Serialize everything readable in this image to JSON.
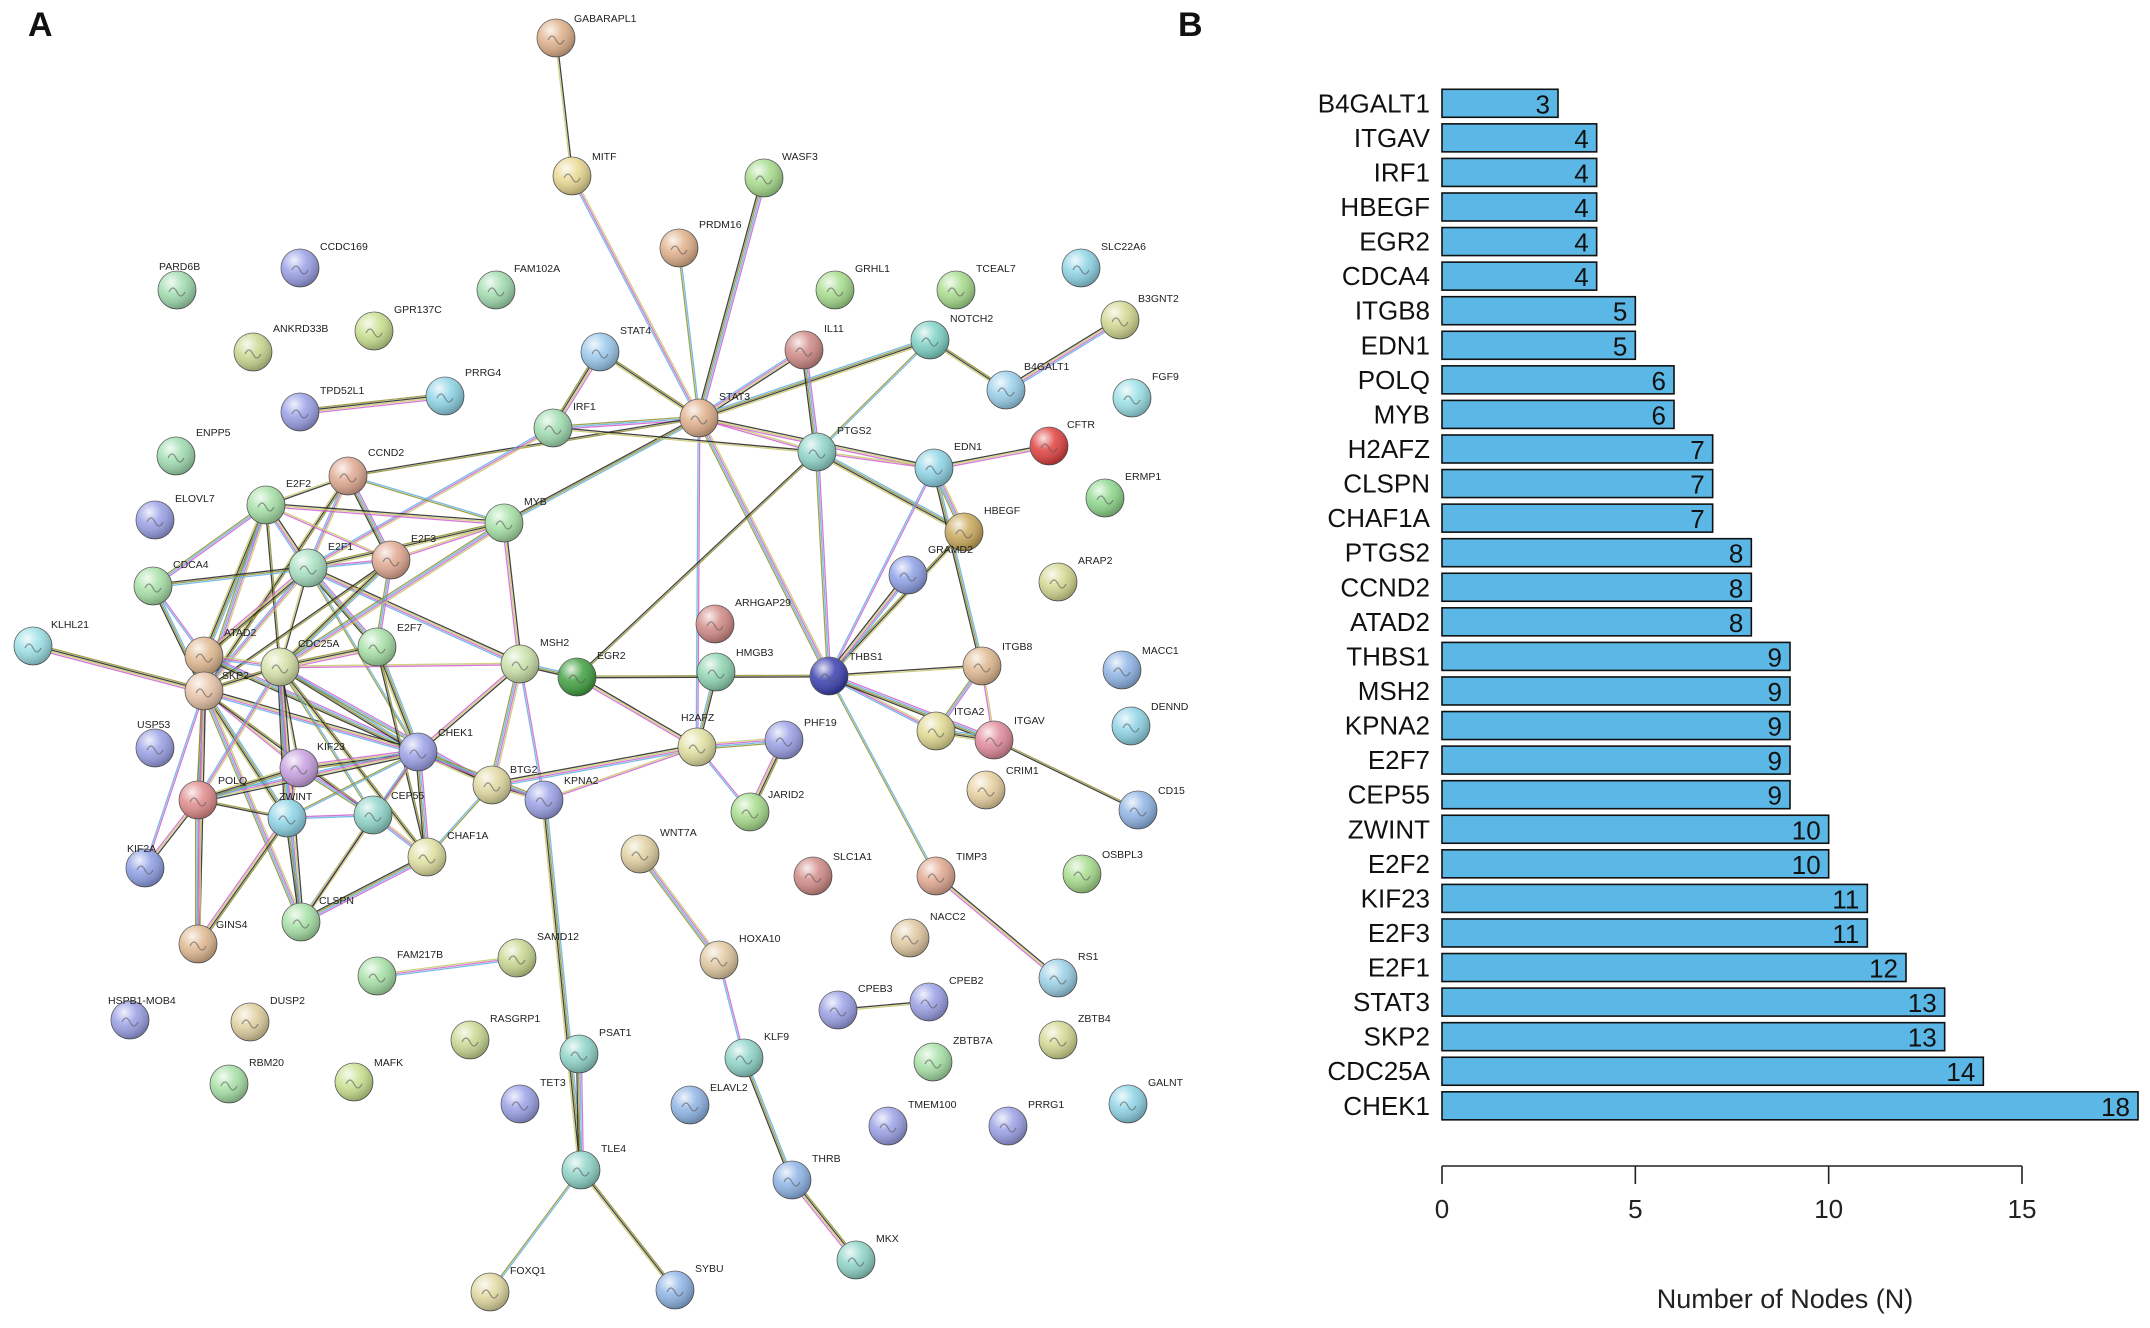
{
  "panels": {
    "a_label": "A",
    "b_label": "B"
  },
  "network": {
    "nodes": [
      {
        "id": "GABARAPL1",
        "c": "#e0b08a"
      },
      {
        "id": "MITF",
        "c": "#e8d890"
      },
      {
        "id": "WASF3",
        "c": "#a6dc8c"
      },
      {
        "id": "PRDM16",
        "c": "#e0b08a"
      },
      {
        "id": "GRHL1",
        "c": "#a6dc8c"
      },
      {
        "id": "TCEAL7",
        "c": "#a6dc8c"
      },
      {
        "id": "SLC22A6",
        "c": "#8ed4e6"
      },
      {
        "id": "B3GNT2",
        "c": "#d4d890"
      },
      {
        "id": "PARD6B",
        "c": "#a0dcb0"
      },
      {
        "id": "CCDC169",
        "c": "#9aa0e6"
      },
      {
        "id": "FAM102A",
        "c": "#a0dcb0"
      },
      {
        "id": "GPR137C",
        "c": "#c8e08e"
      },
      {
        "id": "ANKRD33B",
        "c": "#c8d890"
      },
      {
        "id": "STAT4",
        "c": "#9ac8ec"
      },
      {
        "id": "IL11",
        "c": "#d08a86"
      },
      {
        "id": "NOTCH2",
        "c": "#7ed2c6"
      },
      {
        "id": "B4GALT1",
        "c": "#9ad0ec"
      },
      {
        "id": "FGF9",
        "c": "#9ae0e6"
      },
      {
        "id": "TPD52L1",
        "c": "#9aa0e6"
      },
      {
        "id": "PRRG4",
        "c": "#8ed4e6"
      },
      {
        "id": "IRF1",
        "c": "#a0dcb0"
      },
      {
        "id": "STAT3",
        "c": "#e0b08a"
      },
      {
        "id": "PTGS2",
        "c": "#8ed4c8"
      },
      {
        "id": "EDN1",
        "c": "#8ed4e6"
      },
      {
        "id": "CFTR",
        "c": "#e04040"
      },
      {
        "id": "ENPP5",
        "c": "#a0dcb0"
      },
      {
        "id": "CCND2",
        "c": "#e0a890"
      },
      {
        "id": "ERMP1",
        "c": "#8ed88c"
      },
      {
        "id": "E2F2",
        "c": "#a6e0a6"
      },
      {
        "id": "ELOVL7",
        "c": "#9aa0e6"
      },
      {
        "id": "MYB",
        "c": "#a6e0a6"
      },
      {
        "id": "HBEGF",
        "c": "#c8a85a"
      },
      {
        "id": "GRAMD2",
        "c": "#8ea0e6"
      },
      {
        "id": "ARAP2",
        "c": "#d4d890"
      },
      {
        "id": "CDCA4",
        "c": "#a6e0a6"
      },
      {
        "id": "E2F1",
        "c": "#a6e0c0"
      },
      {
        "id": "E2F3",
        "c": "#e0a890"
      },
      {
        "id": "ARHGAP29",
        "c": "#d08a86"
      },
      {
        "id": "KLHL21",
        "c": "#9ae0e6"
      },
      {
        "id": "ATAD2",
        "c": "#e0b890"
      },
      {
        "id": "CDC25A",
        "c": "#d4e0a6"
      },
      {
        "id": "E2F7",
        "c": "#a6e0a6"
      },
      {
        "id": "SKP2",
        "c": "#e8c4a8"
      },
      {
        "id": "MSH2",
        "c": "#c8e0a6"
      },
      {
        "id": "EGR2",
        "c": "#40a040"
      },
      {
        "id": "HMGB3",
        "c": "#8ed4b0"
      },
      {
        "id": "THBS1",
        "c": "#3a40b0"
      },
      {
        "id": "ITGB8",
        "c": "#e0b890"
      },
      {
        "id": "MACC1",
        "c": "#8eb4e6"
      },
      {
        "id": "USP53",
        "c": "#9aa0e6"
      },
      {
        "id": "CHEK1",
        "c": "#9aa0e6"
      },
      {
        "id": "H2AFZ",
        "c": "#e0e0a0"
      },
      {
        "id": "PHF19",
        "c": "#9aa0e6"
      },
      {
        "id": "ITGA2",
        "c": "#e0d890"
      },
      {
        "id": "ITGAV",
        "c": "#e08a9a"
      },
      {
        "id": "DENND",
        "c": "#8ed4e6"
      },
      {
        "id": "KIF23",
        "c": "#c8a0e0"
      },
      {
        "id": "BTG2",
        "c": "#e0d8a0"
      },
      {
        "id": "POLQ",
        "c": "#e08a8a"
      },
      {
        "id": "ZWINT",
        "c": "#8ed4e6"
      },
      {
        "id": "CEP55",
        "c": "#8ed4c8"
      },
      {
        "id": "KPNA2",
        "c": "#9aa0e6"
      },
      {
        "id": "JARID2",
        "c": "#a6dc8c"
      },
      {
        "id": "CRIM1",
        "c": "#e8d0a0"
      },
      {
        "id": "CD15",
        "c": "#8eb4e6"
      },
      {
        "id": "CHAF1A",
        "c": "#e0e0a0"
      },
      {
        "id": "KIF2A",
        "c": "#8ea0e6"
      },
      {
        "id": "WNT7A",
        "c": "#e0d0a0"
      },
      {
        "id": "SLC1A1",
        "c": "#d08a86"
      },
      {
        "id": "TIMP3",
        "c": "#e0a890"
      },
      {
        "id": "OSBPL3",
        "c": "#a6dc8c"
      },
      {
        "id": "CLSPN",
        "c": "#a6e0a6"
      },
      {
        "id": "GINS4",
        "c": "#e0b890"
      },
      {
        "id": "FAM217B",
        "c": "#a6e0a6"
      },
      {
        "id": "SAMD12",
        "c": "#c8d890"
      },
      {
        "id": "HOXA10",
        "c": "#e0c8a0"
      },
      {
        "id": "NACC2",
        "c": "#e0c8a0"
      },
      {
        "id": "RS1",
        "c": "#9ad0e6"
      },
      {
        "id": "HSPB1-MOB4",
        "c": "#9aa0e6"
      },
      {
        "id": "DUSP2",
        "c": "#e0d0a0"
      },
      {
        "id": "CPEB3",
        "c": "#9aa0e6"
      },
      {
        "id": "CPEB2",
        "c": "#9aa0e6"
      },
      {
        "id": "RASGRP1",
        "c": "#c8d890"
      },
      {
        "id": "PSAT1",
        "c": "#8ed4c8"
      },
      {
        "id": "ZBTB7A",
        "c": "#a6e0a6"
      },
      {
        "id": "ZBTB4",
        "c": "#d4d890"
      },
      {
        "id": "RBM20",
        "c": "#a6e0a6"
      },
      {
        "id": "MAFK",
        "c": "#c8e08e"
      },
      {
        "id": "KLF9",
        "c": "#8ed4c8"
      },
      {
        "id": "TET3",
        "c": "#9aa0e6"
      },
      {
        "id": "ELAVL2",
        "c": "#8eb4e6"
      },
      {
        "id": "TMEM100",
        "c": "#9aa0e6"
      },
      {
        "id": "PRRG1",
        "c": "#9aa0e6"
      },
      {
        "id": "GALNT",
        "c": "#8ed4e6"
      },
      {
        "id": "TLE4",
        "c": "#8ed4c8"
      },
      {
        "id": "THRB",
        "c": "#8eb4e6"
      },
      {
        "id": "MKX",
        "c": "#8ed4c8"
      },
      {
        "id": "FOXQ1",
        "c": "#e0d8a0"
      },
      {
        "id": "SYBU",
        "c": "#8eb4e6"
      }
    ],
    "edges": [
      [
        "GABARAPL1",
        "MITF"
      ],
      [
        "MITF",
        "STAT3"
      ],
      [
        "WASF3",
        "STAT3"
      ],
      [
        "PRDM16",
        "STAT3"
      ],
      [
        "STAT4",
        "STAT3"
      ],
      [
        "IL11",
        "STAT3"
      ],
      [
        "STAT3",
        "PTGS2"
      ],
      [
        "STAT3",
        "IRF1"
      ],
      [
        "STAT3",
        "NOTCH2"
      ],
      [
        "STAT3",
        "CCND2"
      ],
      [
        "STAT3",
        "EDN1"
      ],
      [
        "STAT3",
        "THBS1"
      ],
      [
        "STAT3",
        "H2AFZ"
      ],
      [
        "STAT3",
        "MYB"
      ],
      [
        "IRF1",
        "STAT4"
      ],
      [
        "IRF1",
        "PTGS2"
      ],
      [
        "IRF1",
        "E2F1"
      ],
      [
        "IL11",
        "PTGS2"
      ],
      [
        "NOTCH2",
        "PTGS2"
      ],
      [
        "NOTCH2",
        "B4GALT1"
      ],
      [
        "B4GALT1",
        "B3GNT2"
      ],
      [
        "PTGS2",
        "EDN1"
      ],
      [
        "PTGS2",
        "THBS1"
      ],
      [
        "PTGS2",
        "HBEGF"
      ],
      [
        "PTGS2",
        "EGR2"
      ],
      [
        "EDN1",
        "CFTR"
      ],
      [
        "EDN1",
        "HBEGF"
      ],
      [
        "EDN1",
        "THBS1"
      ],
      [
        "EDN1",
        "ITGB8"
      ],
      [
        "TPD52L1",
        "PRRG4"
      ],
      [
        "CCND2",
        "E2F2"
      ],
      [
        "CCND2",
        "E2F1"
      ],
      [
        "CCND2",
        "E2F3"
      ],
      [
        "CCND2",
        "MYB"
      ],
      [
        "CCND2",
        "SKP2"
      ],
      [
        "E2F2",
        "E2F1"
      ],
      [
        "E2F2",
        "E2F3"
      ],
      [
        "E2F2",
        "CDCA4"
      ],
      [
        "E2F2",
        "ATAD2"
      ],
      [
        "E2F2",
        "CDC25A"
      ],
      [
        "E2F2",
        "MYB"
      ],
      [
        "E2F2",
        "SKP2"
      ],
      [
        "E2F1",
        "E2F3"
      ],
      [
        "E2F1",
        "CDCA4"
      ],
      [
        "E2F1",
        "ATAD2"
      ],
      [
        "E2F1",
        "CDC25A"
      ],
      [
        "E2F1",
        "SKP2"
      ],
      [
        "E2F1",
        "E2F7"
      ],
      [
        "E2F1",
        "CHEK1"
      ],
      [
        "E2F1",
        "MYB"
      ],
      [
        "E2F1",
        "MSH2"
      ],
      [
        "E2F3",
        "MYB"
      ],
      [
        "E2F3",
        "E2F7"
      ],
      [
        "E2F3",
        "CDC25A"
      ],
      [
        "E2F3",
        "SKP2"
      ],
      [
        "MYB",
        "MSH2"
      ],
      [
        "MYB",
        "CDC25A"
      ],
      [
        "CDCA4",
        "ATAD2"
      ],
      [
        "CDCA4",
        "SKP2"
      ],
      [
        "KLHL21",
        "SKP2"
      ],
      [
        "ATAD2",
        "SKP2"
      ],
      [
        "ATAD2",
        "CDC25A"
      ],
      [
        "ATAD2",
        "CHEK1"
      ],
      [
        "ATAD2",
        "POLQ"
      ],
      [
        "SKP2",
        "CDC25A"
      ],
      [
        "SKP2",
        "CHEK1"
      ],
      [
        "SKP2",
        "KIF23"
      ],
      [
        "SKP2",
        "POLQ"
      ],
      [
        "SKP2",
        "ZWINT"
      ],
      [
        "SKP2",
        "CEP55"
      ],
      [
        "SKP2",
        "GINS4"
      ],
      [
        "SKP2",
        "CLSPN"
      ],
      [
        "SKP2",
        "KIF2A"
      ],
      [
        "CDC25A",
        "CHEK1"
      ],
      [
        "CDC25A",
        "E2F7"
      ],
      [
        "CDC25A",
        "KIF23"
      ],
      [
        "CDC25A",
        "POLQ"
      ],
      [
        "CDC25A",
        "ZWINT"
      ],
      [
        "CDC25A",
        "CEP55"
      ],
      [
        "CDC25A",
        "CHAF1A"
      ],
      [
        "CDC25A",
        "CLSPN"
      ],
      [
        "CDC25A",
        "MSH2"
      ],
      [
        "CDC25A",
        "BTG2"
      ],
      [
        "E2F7",
        "CHEK1"
      ],
      [
        "E2F7",
        "CHAF1A"
      ],
      [
        "MSH2",
        "CHEK1"
      ],
      [
        "MSH2",
        "BTG2"
      ],
      [
        "MSH2",
        "KPNA2"
      ],
      [
        "MSH2",
        "EGR2"
      ],
      [
        "CHEK1",
        "KIF23"
      ],
      [
        "CHEK1",
        "CEP55"
      ],
      [
        "CHEK1",
        "CLSPN"
      ],
      [
        "CHEK1",
        "CHAF1A"
      ],
      [
        "CHEK1",
        "ZWINT"
      ],
      [
        "CHEK1",
        "BTG2"
      ],
      [
        "CHEK1",
        "POLQ"
      ],
      [
        "KIF23",
        "ZWINT"
      ],
      [
        "KIF23",
        "CEP55"
      ],
      [
        "KIF23",
        "POLQ"
      ],
      [
        "POLQ",
        "ZWINT"
      ],
      [
        "POLQ",
        "KIF2A"
      ],
      [
        "POLQ",
        "GINS4"
      ],
      [
        "ZWINT",
        "CEP55"
      ],
      [
        "ZWINT",
        "CLSPN"
      ],
      [
        "ZWINT",
        "GINS4"
      ],
      [
        "CEP55",
        "CLSPN"
      ],
      [
        "CEP55",
        "CHAF1A"
      ],
      [
        "CHAF1A",
        "CLSPN"
      ],
      [
        "CHAF1A",
        "BTG2"
      ],
      [
        "BTG2",
        "KPNA2"
      ],
      [
        "BTG2",
        "H2AFZ"
      ],
      [
        "KPNA2",
        "H2AFZ"
      ],
      [
        "KPNA2",
        "CHEK1"
      ],
      [
        "KPNA2",
        "TLE4"
      ],
      [
        "EGR2",
        "THBS1"
      ],
      [
        "EGR2",
        "H2AFZ"
      ],
      [
        "H2AFZ",
        "PHF19"
      ],
      [
        "H2AFZ",
        "JARID2"
      ],
      [
        "H2AFZ",
        "HMGB3"
      ],
      [
        "PHF19",
        "JARID2"
      ],
      [
        "THBS1",
        "ITGB8"
      ],
      [
        "THBS1",
        "ITGA2"
      ],
      [
        "THBS1",
        "ITGAV"
      ],
      [
        "THBS1",
        "TIMP3"
      ],
      [
        "THBS1",
        "HBEGF"
      ],
      [
        "THBS1",
        "GRAMD2"
      ],
      [
        "ITGB8",
        "ITGAV"
      ],
      [
        "ITGB8",
        "ITGA2"
      ],
      [
        "ITGA2",
        "ITGAV"
      ],
      [
        "ITGAV",
        "CD15"
      ],
      [
        "TIMP3",
        "RS1"
      ],
      [
        "WNT7A",
        "HOXA10"
      ],
      [
        "HOXA10",
        "KLF9"
      ],
      [
        "KLF9",
        "THRB"
      ],
      [
        "THRB",
        "MKX"
      ],
      [
        "CPEB3",
        "CPEB2"
      ],
      [
        "FAM217B",
        "SAMD12"
      ],
      [
        "PSAT1",
        "TLE4"
      ],
      [
        "TLE4",
        "FOXQ1"
      ],
      [
        "TLE4",
        "SYBU"
      ]
    ]
  },
  "chart_data": {
    "type": "bar",
    "orientation": "horizontal",
    "categories": [
      "B4GALT1",
      "ITGAV",
      "IRF1",
      "HBEGF",
      "EGR2",
      "CDCA4",
      "ITGB8",
      "EDN1",
      "POLQ",
      "MYB",
      "H2AFZ",
      "CLSPN",
      "CHAF1A",
      "PTGS2",
      "CCND2",
      "ATAD2",
      "THBS1",
      "MSH2",
      "KPNA2",
      "E2F7",
      "CEP55",
      "ZWINT",
      "E2F2",
      "KIF23",
      "E2F3",
      "E2F1",
      "STAT3",
      "SKP2",
      "CDC25A",
      "CHEK1"
    ],
    "values": [
      3,
      4,
      4,
      4,
      4,
      4,
      5,
      5,
      6,
      6,
      7,
      7,
      7,
      8,
      8,
      8,
      9,
      9,
      9,
      9,
      9,
      10,
      10,
      11,
      11,
      12,
      13,
      13,
      14,
      18
    ],
    "xlabel": "Number of Nodes (N)",
    "ylabel": "",
    "xlim": [
      0,
      18
    ],
    "xticks": [
      0,
      5,
      10,
      15
    ],
    "bar_color": "#5bb8e6",
    "grid": false
  }
}
